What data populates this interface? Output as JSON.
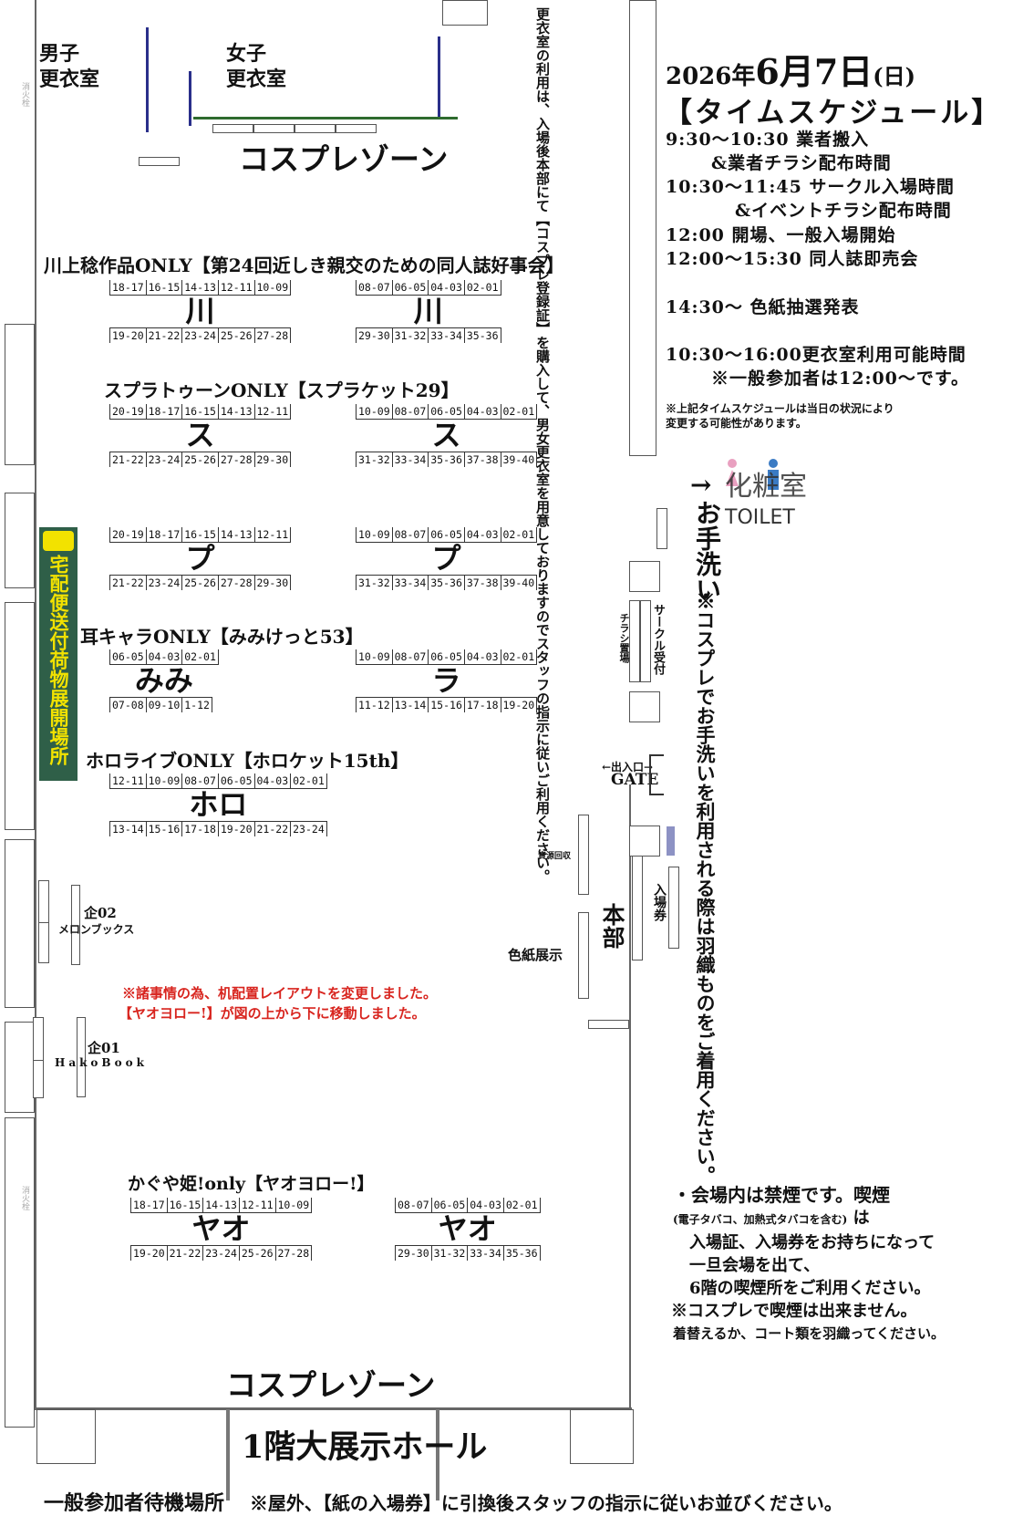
{
  "date": {
    "prefix": "2026年",
    "big": "6月7日",
    "weekday": "(日)"
  },
  "schedule": {
    "title": "【タイムスケジュール】",
    "lines": [
      "9:30〜10:30 業者搬入",
      "&業者チラシ配布時間",
      "10:30〜11:45 サークル入場時間",
      "&イベントチラシ配布時間",
      "12:00 開場、一般入場開始",
      "12:00〜15:30 同人誌即売会",
      "14:30〜 色紙抽選発表",
      "10:30〜16:00更衣室利用可能時間",
      "※一般参加者は12:00〜です。"
    ],
    "note1": "※上記タイムスケジュールは当日の状況により",
    "note2": "変更する可能性があります。"
  },
  "rooms": {
    "male": "男子\n更衣室",
    "female": "女子\n更衣室",
    "male_l1": "男子",
    "male_l2": "更衣室",
    "female_l1": "女子",
    "female_l2": "更衣室"
  },
  "cosplay_zone": "コスプレゾーン",
  "changing_note": "更衣室の利用は、入場後本部にて【コスプレ登録証】を購入して、男女更衣室を用意しておりますのでスタッフの指示に従いご利用ください。",
  "toilet": {
    "arrow": "→",
    "kanji": "化粧室",
    "eng": "TOILET",
    "label": "お手洗い",
    "note": "※コスプレでお手洗いを利用される際は羽織ものをご着用ください。"
  },
  "delivery": "宅配便送付荷物展開場所",
  "groups": [
    {
      "title": "川上稔作品ONLY【第24回近しき親交のための同人誌好事会】",
      "blocks": [
        {
          "top": [
            "18",
            "17",
            "16",
            "15",
            "14",
            "13",
            "12",
            "11",
            "10",
            "09"
          ],
          "mark": "川",
          "bot": [
            "19",
            "20",
            "21",
            "22",
            "23",
            "24",
            "25",
            "26",
            "27",
            "28"
          ]
        },
        {
          "top": [
            "08",
            "07",
            "06",
            "05",
            "04",
            "03",
            "02",
            "01"
          ],
          "mark": "川",
          "bot": [
            "29",
            "30",
            "31",
            "32",
            "33",
            "34",
            "35",
            "36"
          ]
        }
      ]
    },
    {
      "title": "スプラトゥーンONLY【スプラケット29】",
      "blocks": [
        {
          "top": [
            "20",
            "19",
            "18",
            "17",
            "16",
            "15",
            "14",
            "13",
            "12",
            "11"
          ],
          "mark": "ス",
          "bot": [
            "21",
            "22",
            "23",
            "24",
            "25",
            "26",
            "27",
            "28",
            "29",
            "30"
          ]
        },
        {
          "top": [
            "10",
            "09",
            "08",
            "07",
            "06",
            "05",
            "04",
            "03",
            "02",
            "01"
          ],
          "mark": "ス",
          "bot": [
            "31",
            "32",
            "33",
            "34",
            "35",
            "36",
            "37",
            "38",
            "39",
            "40"
          ]
        },
        {
          "top": [
            "20",
            "19",
            "18",
            "17",
            "16",
            "15",
            "14",
            "13",
            "12",
            "11"
          ],
          "mark": "プ",
          "bot": [
            "21",
            "22",
            "23",
            "24",
            "25",
            "26",
            "27",
            "28",
            "29",
            "30"
          ]
        },
        {
          "top": [
            "10",
            "09",
            "08",
            "07",
            "06",
            "05",
            "04",
            "03",
            "02",
            "01"
          ],
          "mark": "プ",
          "bot": [
            "31",
            "32",
            "33",
            "34",
            "35",
            "36",
            "37",
            "38",
            "39",
            "40"
          ]
        }
      ]
    },
    {
      "title": "耳キャラONLY【みみけっと53】",
      "blocks": [
        {
          "top": [
            "06",
            "05",
            "04",
            "03",
            "02",
            "01"
          ],
          "mark": "みみ",
          "bot": [
            "07",
            "08",
            "09",
            "10",
            "1",
            "12"
          ]
        },
        {
          "top": [
            "10",
            "09",
            "08",
            "07",
            "06",
            "05",
            "04",
            "03",
            "02",
            "01"
          ],
          "mark": "ラ",
          "bot": [
            "11",
            "12",
            "13",
            "14",
            "15",
            "16",
            "17",
            "18",
            "19",
            "20"
          ]
        }
      ]
    },
    {
      "title": "ホロライブONLY【ホロケット15th】",
      "blocks": [
        {
          "top": [
            "12",
            "11",
            "10",
            "09",
            "08",
            "07",
            "06",
            "05",
            "04",
            "03",
            "02",
            "01"
          ],
          "mark": "ホロ",
          "bot": [
            "13",
            "14",
            "15",
            "16",
            "17",
            "18",
            "19",
            "20",
            "21",
            "22",
            "23",
            "24"
          ]
        }
      ]
    },
    {
      "title": "かぐや姫!only【ヤオヨロー!】",
      "blocks": [
        {
          "top": [
            "18",
            "17",
            "16",
            "15",
            "14",
            "13",
            "12",
            "11",
            "10",
            "09"
          ],
          "mark": "ヤオ",
          "bot": [
            "19",
            "20",
            "21",
            "22",
            "23",
            "24",
            "25",
            "26",
            "27",
            "28"
          ]
        },
        {
          "top": [
            "08",
            "07",
            "06",
            "05",
            "04",
            "03",
            "02",
            "01"
          ],
          "mark": "ヤオ",
          "bot": [
            "29",
            "30",
            "31",
            "32",
            "33",
            "34",
            "35",
            "36"
          ]
        }
      ]
    }
  ],
  "kikaku": {
    "k02": "企02",
    "melon": "メロンブックス",
    "k01": "企01",
    "hako": "HakoBook"
  },
  "notice": {
    "l1": "※諸事情の為、机配置レイアウトを変更しました。",
    "l2": "【ヤオヨロー!】が図の上から下に移動しました。"
  },
  "side": {
    "flyer": "チラシ置場",
    "circle": "サークル受付",
    "gate1": "←出入口→",
    "gate2": "GATE",
    "shigen": "資源回収",
    "honbu": "本部",
    "shikishi": "色紙展示",
    "ticket": "入場券",
    "fire": "消火栓"
  },
  "smoking": {
    "l1": "・会場内は禁煙です。喫煙",
    "l2": "(電子タバコ、加熱式タバコを含む)",
    "l2b": "は",
    "l3": "入場証、入場券をお持ちになって",
    "l4": "一旦会場を出て、",
    "l5": "6階の喫煙所をご利用ください。",
    "l6": "※コスプレで喫煙は出来ません。",
    "l7": "着替えるか、コート類を羽織ってください。"
  },
  "hall": "1階大展示ホール",
  "footer": {
    "a": "一般参加者待機場所",
    "b": "※屋外、【紙の入場券】に引換後スタッフの指示に従いお並びください。"
  },
  "colors": {
    "wall_blue": "#2a2f8a",
    "green": "#2e6b2e",
    "red": "#d8241e",
    "delivery_bg": "#2f5f48",
    "delivery_text": "#f2e200",
    "pink": "#e9a0c0",
    "blue_icon": "#3b7bc4"
  }
}
